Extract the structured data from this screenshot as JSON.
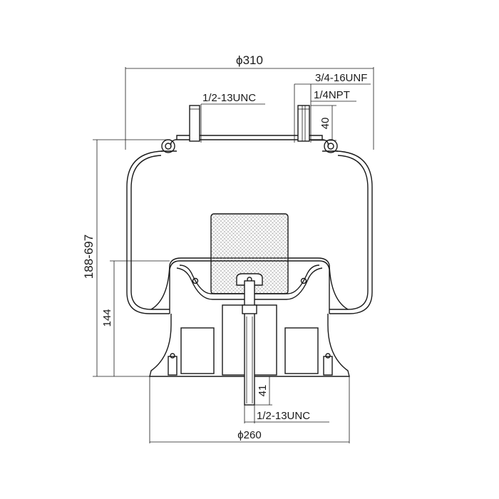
{
  "drawing": {
    "dimensions": {
      "top_diameter": "ϕ310",
      "top_thread_right": "3/4-16UNF",
      "air_fitting": "1/4NPT",
      "top_thread_left": "1/2-13UNC",
      "stud_height": "40",
      "overall_height": "188-697",
      "piston_height": "144",
      "bottom_stud_length": "41",
      "bottom_thread": "1/2-13UNC",
      "bottom_diameter": "ϕ260"
    }
  }
}
